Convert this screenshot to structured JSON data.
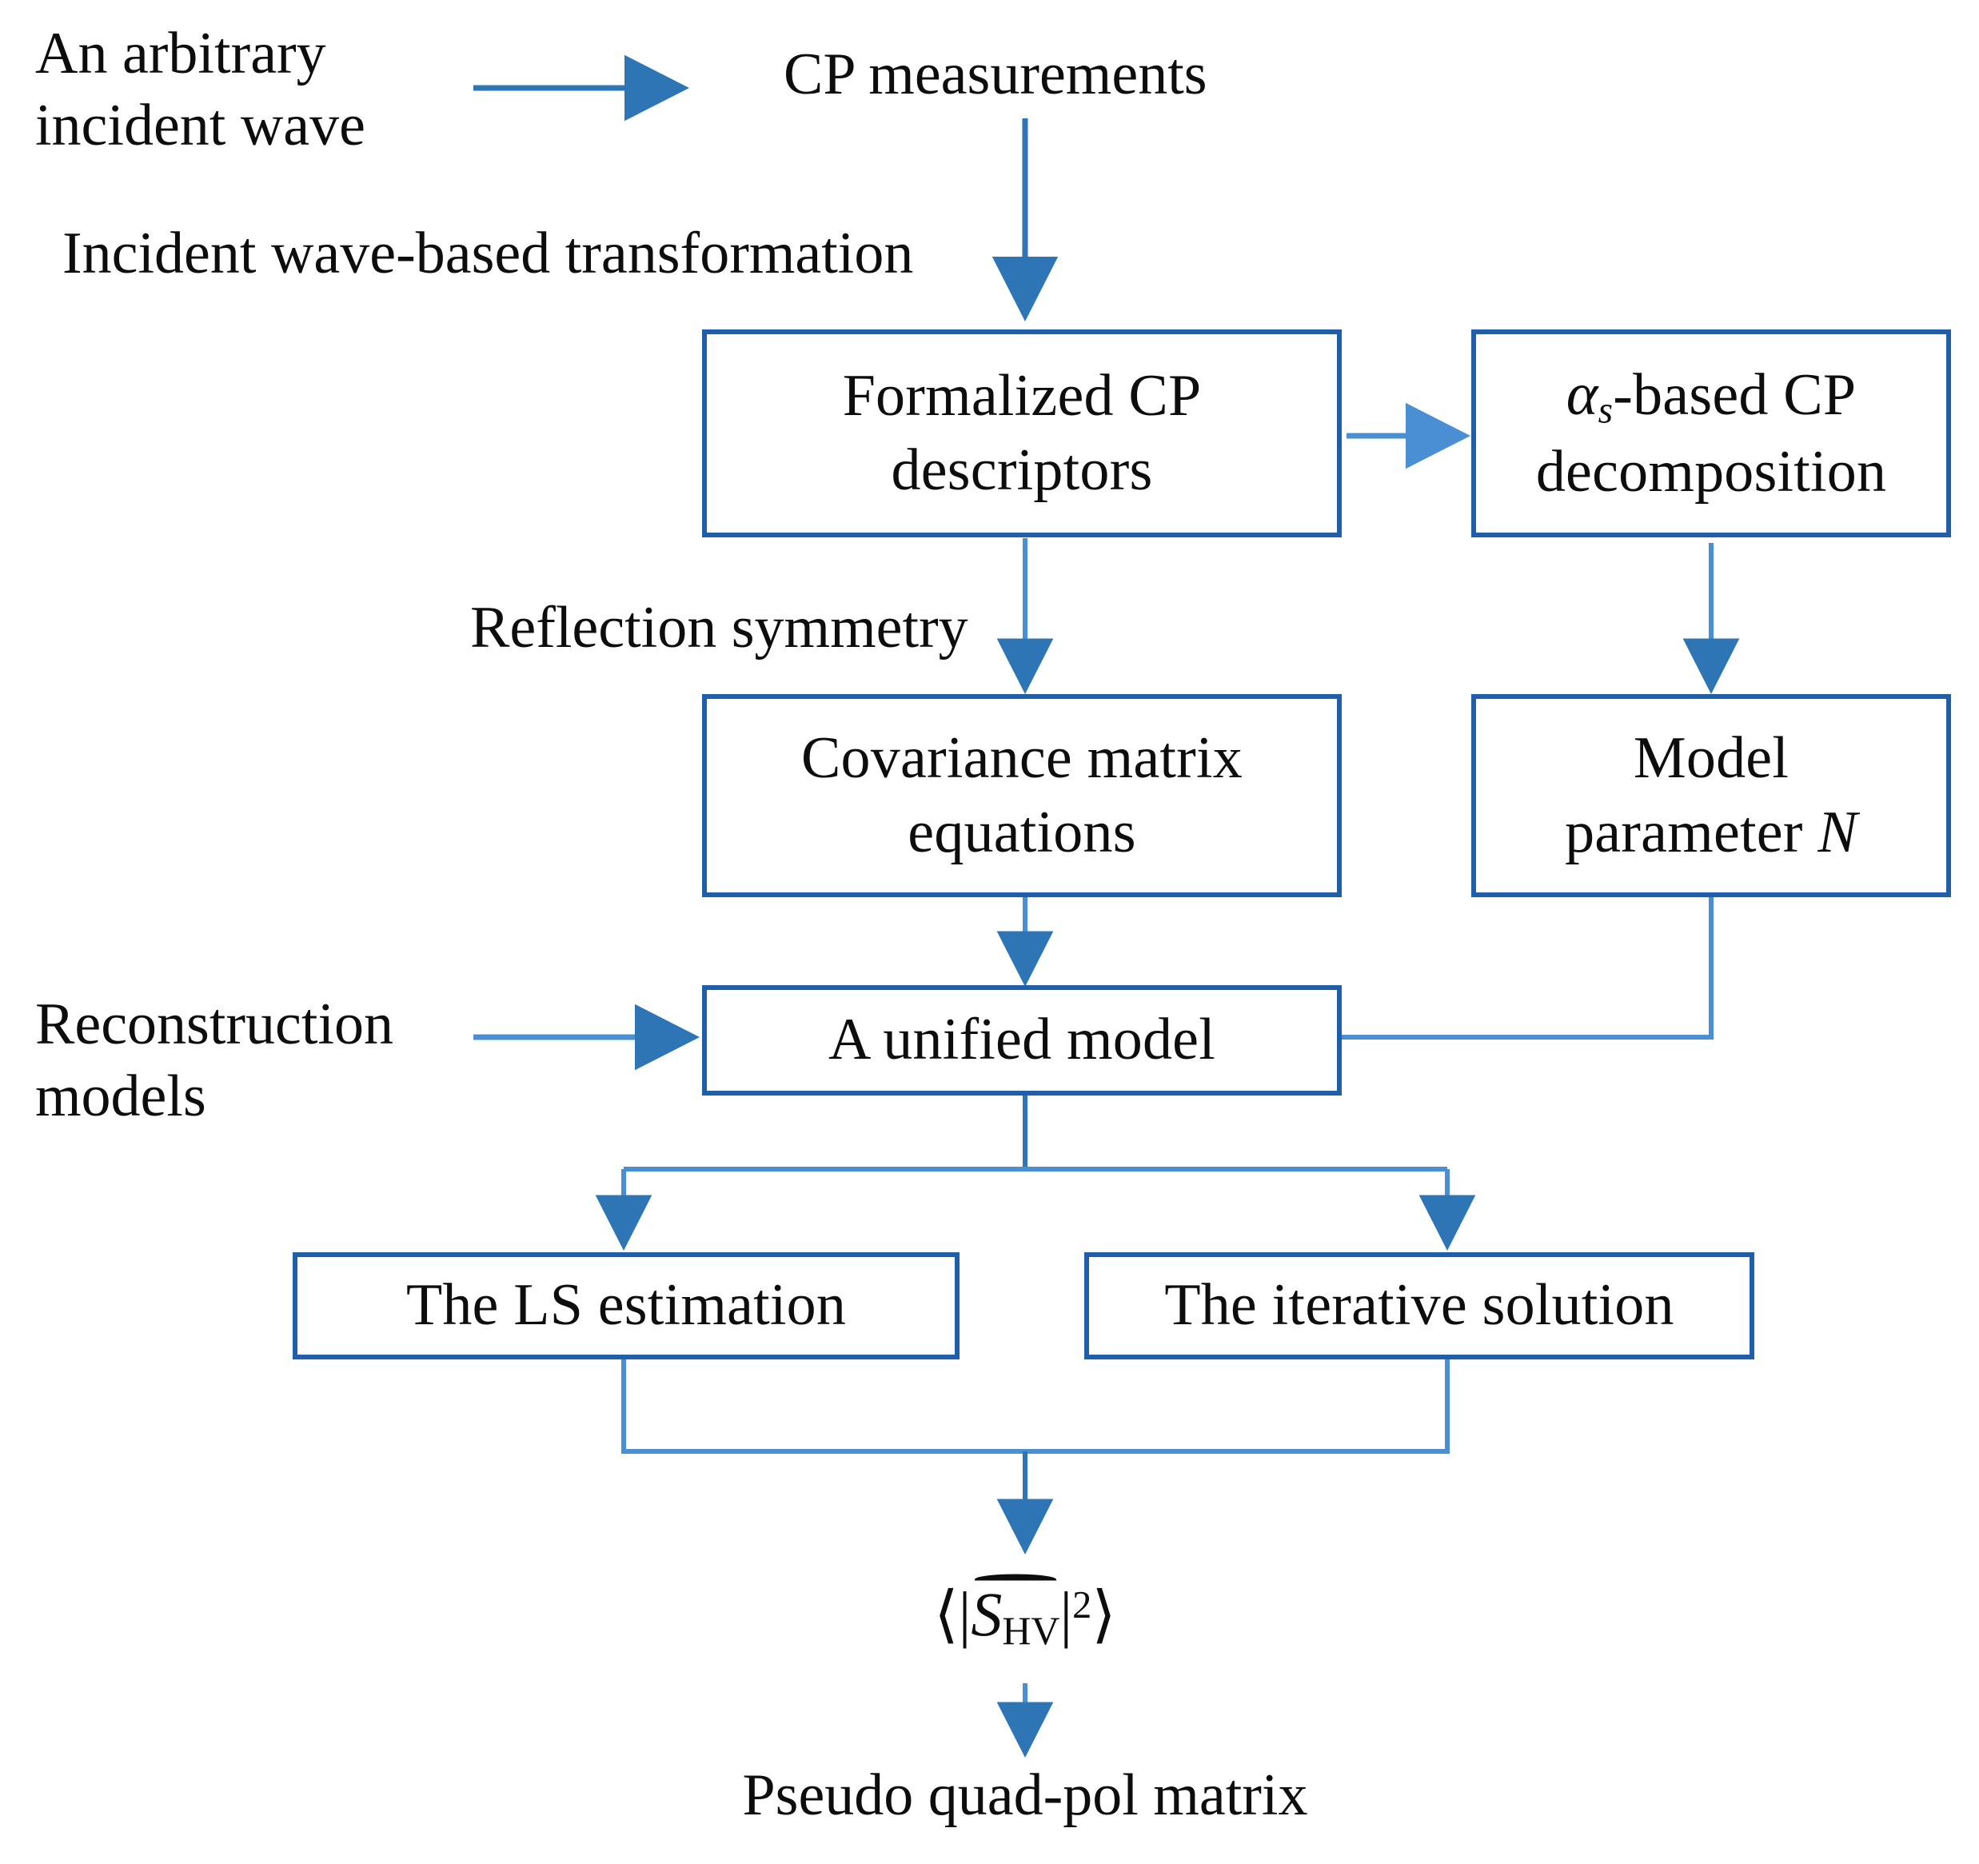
{
  "diagram": {
    "type": "flowchart",
    "title": "Incident wave-based CP reconstruction flowchart",
    "colors": {
      "box_border": "#1F5FA9",
      "connector": "#2E75B6",
      "connector_light": "#4A8FD4",
      "text": "#0D0D0D",
      "background": "#FFFFFF"
    },
    "labels": {
      "incident_wave": "An arbitrary\nincident wave",
      "cp_measurements": "CP measurements",
      "transformation": "Incident wave-based transformation",
      "reflection_symmetry": "Reflection symmetry",
      "reconstruction_models": "Reconstruction\nmodels",
      "pseudo_quad_pol": "Pseudo quad-pol matrix"
    },
    "math": {
      "result_plain": "⟨|ŜHV|²⟩",
      "result_parts": {
        "open_angle": "⟨",
        "open_bar": "|",
        "symbol": "S",
        "subscript": "HV",
        "close_bar": "|",
        "exponent": "2",
        "close_angle": "⟩"
      }
    },
    "boxes": [
      {
        "id": "formalized-cp-descriptors",
        "line1": "Formalized CP",
        "line2": "descriptors"
      },
      {
        "id": "alpha-s-cp-decomposition",
        "line1_prefix": "α",
        "line1_sub": "s",
        "line1_suffix": "-based CP",
        "line2": "decomposition"
      },
      {
        "id": "covariance-matrix-equations",
        "line1": "Covariance matrix",
        "line2": "equations"
      },
      {
        "id": "model-parameter-n",
        "line1": "Model",
        "line2_prefix": "parameter ",
        "line2_symbol": "N"
      },
      {
        "id": "unified-model",
        "line1": "A unified model"
      },
      {
        "id": "ls-estimation",
        "line1": "The LS estimation"
      },
      {
        "id": "iterative-solution",
        "line1": "The iterative  solution"
      }
    ]
  }
}
